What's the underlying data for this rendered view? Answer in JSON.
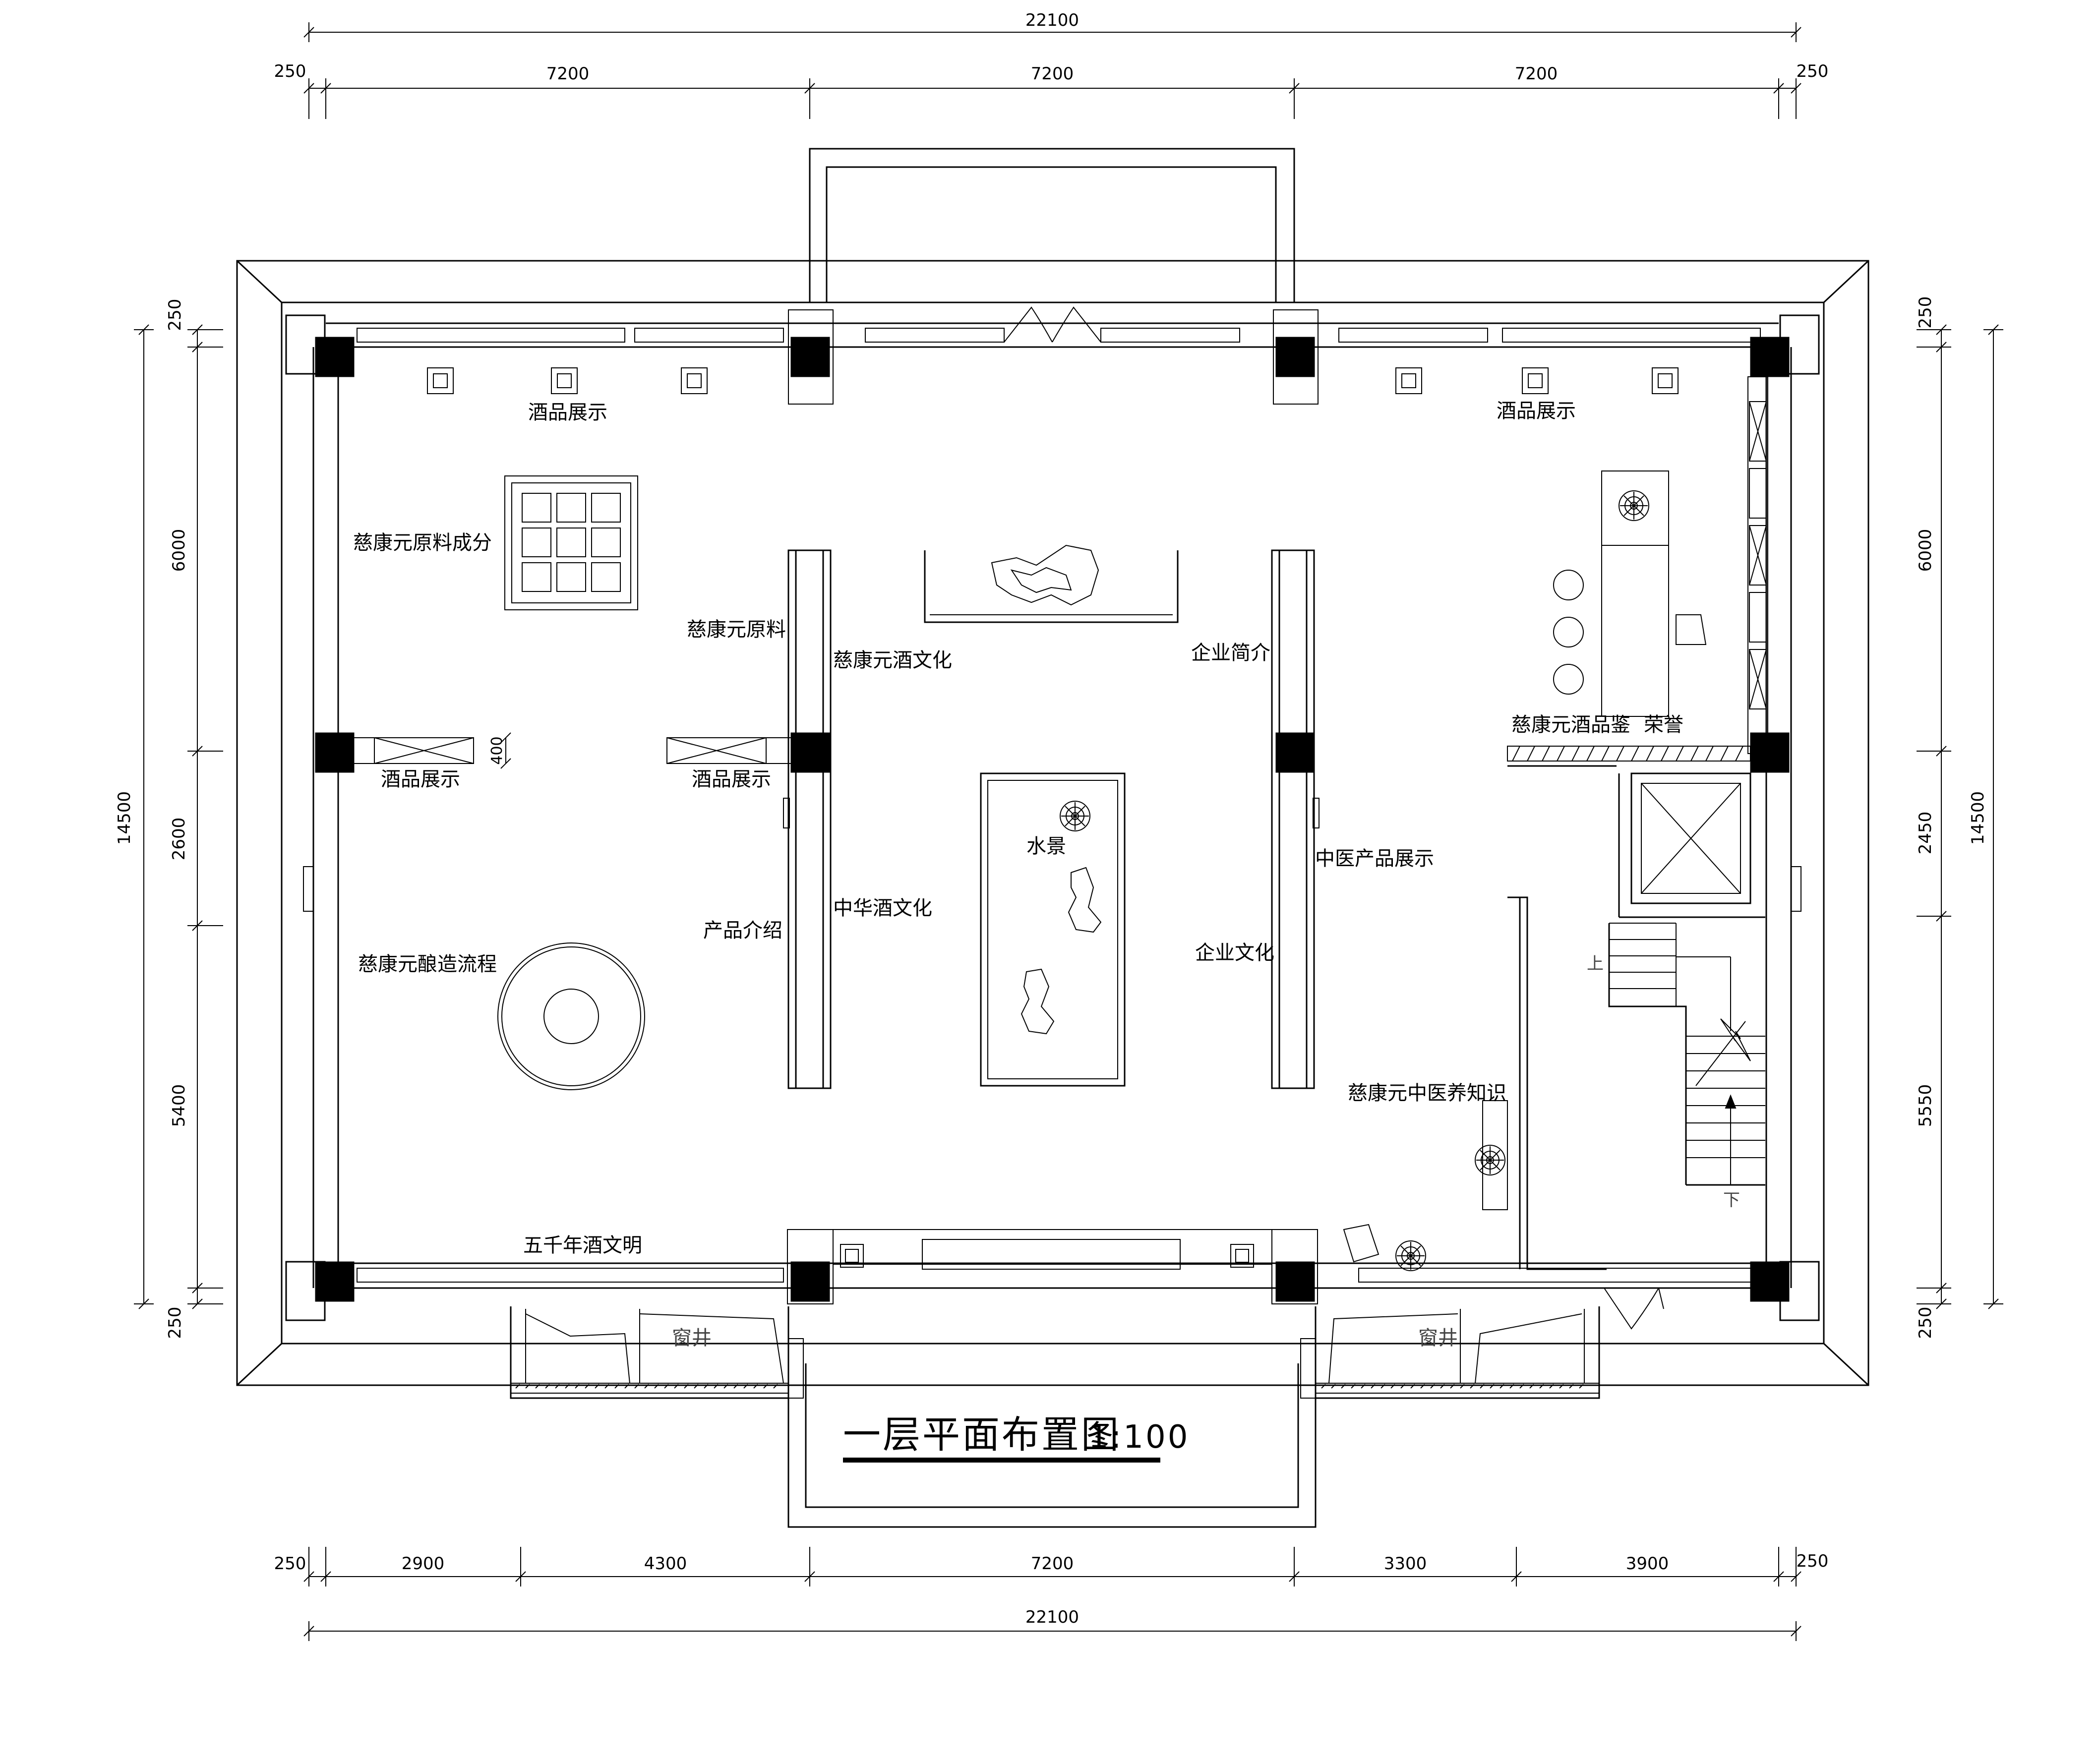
{
  "title": {
    "text": "一层平面布置图",
    "scale": "1:100"
  },
  "dims": {
    "top_total": "22100",
    "top_left_edge": "250",
    "top_right_edge": "250",
    "top_bays": [
      "7200",
      "7200",
      "7200"
    ],
    "bottom_total": "22100",
    "bottom_left_edge": "250",
    "bottom_right_edge": "250",
    "bottom_bays": [
      "2900",
      "4300",
      "7200",
      "3300",
      "3900"
    ],
    "left_total": "14500",
    "left_parts": [
      "250",
      "6000",
      "2600",
      "5400",
      "250"
    ],
    "right_total": "14500",
    "right_parts": [
      "250",
      "6000",
      "2450",
      "5550",
      "250"
    ],
    "pier_width": "400"
  },
  "labels": {
    "wine_display_top_left": "酒品展示",
    "wine_display_top_right": "酒品展示",
    "raw_material_components": "慈康元原料成分",
    "raw_material": "慈康元原料",
    "wine_culture": "慈康元酒文化",
    "company_intro": "企业简介",
    "wine_display_left": "酒品展示",
    "wine_display_mid": "酒品展示",
    "water_feature": "水景",
    "tcm_products": "中医产品展示",
    "chinese_wine_culture": "中华酒文化",
    "product_intro": "产品介绍",
    "brewing_process": "慈康元酿造流程",
    "corporate_culture": "企业文化",
    "tasting": "慈康元酒品鉴",
    "honors": "荣誉",
    "tcm_knowledge": "慈康元中医养知识",
    "five_thousand_years": "五千年酒文明",
    "window_well_left": "窗井",
    "window_well_right": "窗井",
    "stairs_up": "上",
    "stairs_down": "下"
  }
}
